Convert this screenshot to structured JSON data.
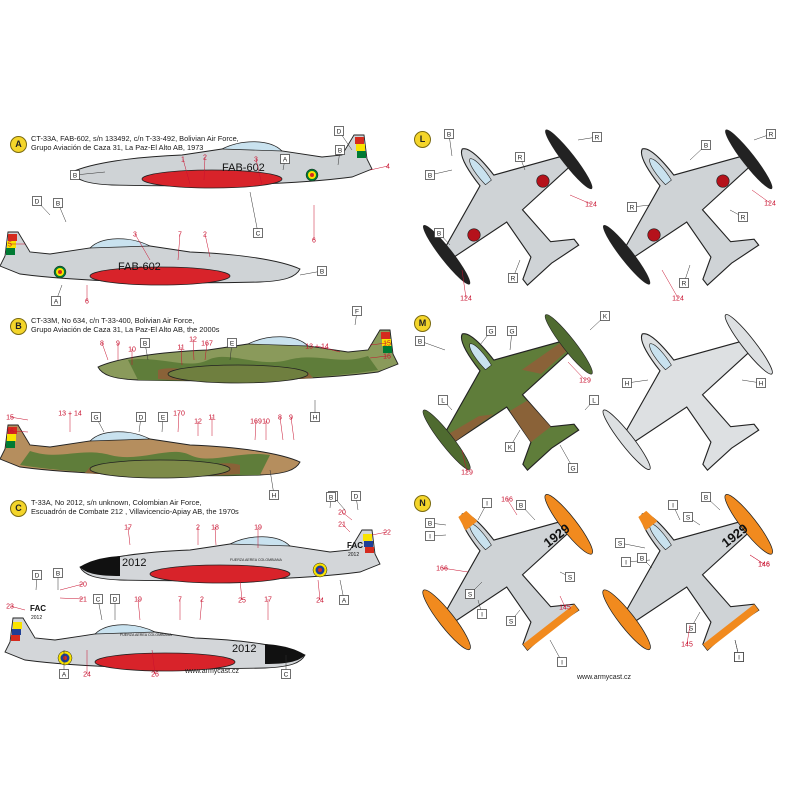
{
  "sections": {
    "A": {
      "badge": "A",
      "caption": [
        "CT-33A, FAB-602, s/n 133492, c/n T-33-492, Bolivian Air Force,",
        "Grupo Aviación de Caza 31, La Paz-El Alto AB, 1973"
      ],
      "serial": "FAB-602"
    },
    "B": {
      "badge": "B",
      "caption": [
        "CT-33M, No 634, c/n T-33-400, Bolivian Air Force,",
        "Grupo Aviación de Caza 31, La Paz-El Alto AB, the 2000s"
      ],
      "serial": "634"
    },
    "C": {
      "badge": "C",
      "caption": [
        "T-33A, No 2012, s/n unknown, Colombian Air Force,",
        "Escuadrón de Combate 212 , Villavicencio-Apiay  AB, the 1970s"
      ],
      "serial": "2012",
      "fin_code": "FAC",
      "fin_number": "2012",
      "banner": "FUERZA AEREA COLOMBIANA"
    },
    "L": {
      "badge": "L"
    },
    "M": {
      "badge": "M"
    },
    "N": {
      "badge": "N",
      "wing_number": "1929"
    }
  },
  "callouts": {
    "A_top": [
      "B",
      "D",
      "1",
      "2",
      "3",
      "A",
      "4",
      "6",
      "C",
      "B"
    ],
    "A_bot": [
      "D",
      "B",
      "5",
      "3",
      "7",
      "2",
      "A",
      "6",
      "B"
    ],
    "B_top": [
      "F",
      "8",
      "9",
      "10",
      "B",
      "11",
      "12",
      "167",
      "E",
      "13 + 14",
      "15",
      "16",
      "H"
    ],
    "B_bot": [
      "15",
      "16",
      "G",
      "13 + 14",
      "D",
      "E",
      "170",
      "12",
      "11",
      "169",
      "10",
      "8",
      "9",
      "H"
    ],
    "C_top": [
      "20",
      "21",
      "B",
      "D",
      "22",
      "17",
      "2",
      "18",
      "19",
      "24",
      "25",
      "B",
      "A"
    ],
    "C_bot": [
      "D",
      "B",
      "20",
      "21",
      "23",
      "C",
      "D",
      "19",
      "2",
      "7",
      "17",
      "24",
      "A",
      "26",
      "C"
    ],
    "L_left": [
      "B",
      "R",
      "R",
      "124",
      "B",
      "B",
      "R",
      "124"
    ],
    "L_right": [
      "B",
      "R",
      "R",
      "R",
      "124",
      "R",
      "124"
    ],
    "M_left": [
      "B",
      "G",
      "G",
      "K",
      "129",
      "L",
      "L",
      "K",
      "G",
      "129"
    ],
    "M_right": [
      "H",
      "H"
    ],
    "N_left": [
      "I",
      "B",
      "I",
      "S",
      "B",
      "166",
      "1929",
      "166",
      "S",
      "S",
      "145",
      "I",
      "I"
    ],
    "N_right": [
      "B",
      "I",
      "S",
      "I",
      "S",
      "146",
      "146",
      "B",
      "S",
      "I",
      "145",
      "I"
    ]
  },
  "credits": {
    "left": "www.armycast.cz",
    "right": "www.armycast.cz"
  },
  "colors": {
    "red": "#d8232a",
    "silver": "#cfd3d6",
    "camo_green": "#5f7d3a",
    "camo_brown": "#8a6238",
    "orange": "#f18a1e",
    "bolivia_red": "#d52b1e",
    "bolivia_yellow": "#f9e300",
    "bolivia_green": "#007a33"
  }
}
